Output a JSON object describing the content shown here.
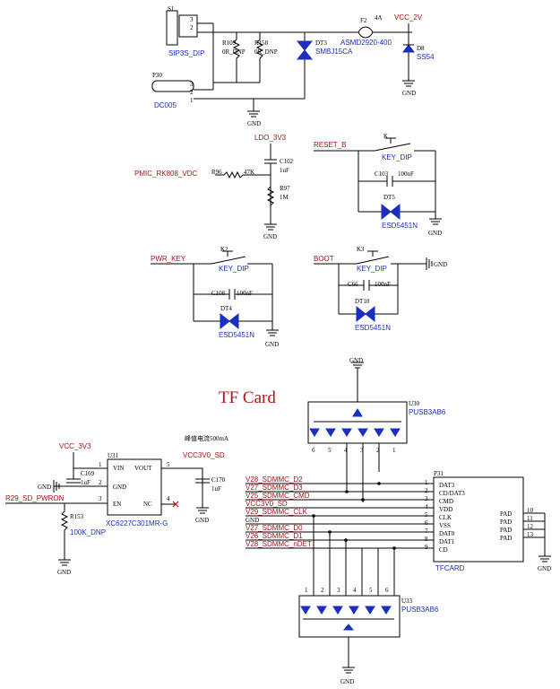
{
  "power_in": {
    "s1": {
      "ref": "S1",
      "part": "SIP3S_DIP",
      "pins": [
        "3",
        "2"
      ]
    },
    "p30": {
      "ref": "P30",
      "part": "DC005",
      "pins": [
        "3",
        "2",
        "1"
      ]
    },
    "r109": {
      "ref": "R109",
      "val": "0R_DNP"
    },
    "r158": {
      "ref": "R158",
      "val": "0R_DNP"
    },
    "dt3": {
      "ref": "DT3",
      "part": "SMBJ15CA"
    },
    "f2": {
      "ref": "F2",
      "val": "4A",
      "part": "ASMD2920-400"
    },
    "vcc_net": "VCC_2V",
    "d8": {
      "ref": "D8",
      "part": "SS54"
    },
    "gnd": "GND"
  },
  "pmic_div": {
    "ldo_net": "LDO_3V3",
    "c102": {
      "ref": "C102",
      "val": "1uF"
    },
    "in_net": "PMIC_RK808_VDC",
    "r96": {
      "ref": "R96",
      "val": "47K"
    },
    "r97": {
      "ref": "R97",
      "val": "1M"
    }
  },
  "reset": {
    "net": "RESET_B",
    "key": {
      "ref": "K",
      "part": "KEY_DIP"
    },
    "cap": {
      "ref": "C103",
      "val": "100nF"
    },
    "tvs": {
      "ref": "DT5",
      "part": "ESD5451N"
    }
  },
  "pwr_key": {
    "net": "PWR_KEY",
    "key": {
      "ref": "K2",
      "part": "KEY_DIP"
    },
    "cap": {
      "ref": "C108",
      "val": "100nF"
    },
    "tvs": {
      "ref": "DT4",
      "part": "ESD5451N"
    }
  },
  "boot": {
    "net": "BOOT",
    "key": {
      "ref": "K3",
      "part": "KEY_DIP"
    },
    "gnd": "GND",
    "cap": {
      "ref": "C66",
      "val": "100nF"
    },
    "tvs": {
      "ref": "DT10",
      "part": "ESD5451N"
    }
  },
  "tf": {
    "title": "TF Card",
    "current_note": "峰值电流500mA",
    "u30": {
      "ref": "U30",
      "part": "PUSB3AB6",
      "pins": [
        "6",
        "5",
        "4",
        "3",
        "2",
        "1"
      ]
    },
    "u31": {
      "ref": "U31",
      "part": "XC6227C301MR-G",
      "vcc_net": "VCC_3V3",
      "pins": [
        "VIN",
        "VOUT",
        "GND",
        "EN",
        "NC"
      ],
      "pin_nums": [
        "1",
        "5",
        "2",
        "3",
        "4"
      ]
    },
    "c169": {
      "ref": "C169",
      "val": "1uF"
    },
    "c170": {
      "ref": "C170",
      "val": "1uF"
    },
    "vout_net": "VCC3V0_SD",
    "en_net": "R29_SD_PWRON",
    "r153": {
      "ref": "R153",
      "val": "100K_DNP"
    },
    "p31": {
      "ref": "P31",
      "part": "TFCARD",
      "left_pins": [
        "DAT3",
        "CD/DAT3",
        "CMD",
        "VDD",
        "CLK",
        "VSS",
        "DAT0",
        "DAT1",
        "CD"
      ],
      "left_nums": [
        "1",
        "2",
        "3",
        "4",
        "5",
        "6",
        "7",
        "8",
        "9"
      ],
      "right_pins": [
        "PAD",
        "PAD",
        "PAD",
        "PAD"
      ],
      "right_nums": [
        "10",
        "11",
        "12",
        "13"
      ]
    },
    "nets": [
      "V28_SDMMC_D2",
      "V27_SDMMC_D3",
      "V25_SDMMC_CMD",
      "VCC3V0_SD",
      "V29_SDMMC_CLK",
      "GND",
      "V27_SDMMC_D0",
      "V26_SDMMC_D1",
      "V28_SDMMC_nDET"
    ],
    "u33": {
      "ref": "U33",
      "part": "PUSB3AB6",
      "pins": [
        "1",
        "2",
        "3",
        "4",
        "5",
        "6"
      ]
    },
    "gnd": "GND"
  }
}
